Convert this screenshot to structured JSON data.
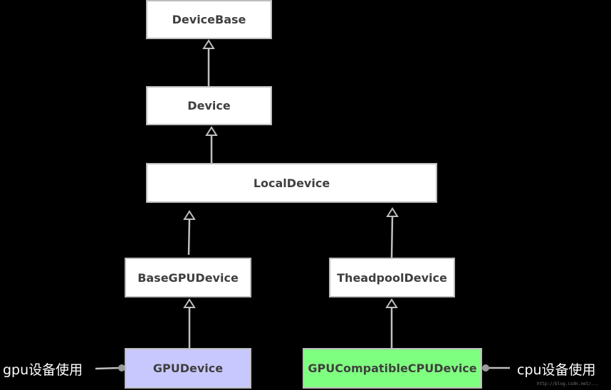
{
  "nodes": {
    "device_base": "DeviceBase",
    "device": "Device",
    "local_device": "LocalDevice",
    "base_gpu_device": "BaseGPUDevice",
    "threadpool_device": "TheadpoolDevice",
    "gpu_device": "GPUDevice",
    "gpu_compatible_cpu_device": "GPUCompatibleCPUDevice"
  },
  "annotations": {
    "gpu_usage": "gpu设备使用",
    "cpu_usage": "cpu设备使用"
  },
  "watermark": "http://blog.csdn.net/...",
  "colors": {
    "background": "#000000",
    "node_default": "#ffffff",
    "node_gpu": "#c8c8ff",
    "node_cpu": "#7fff7f",
    "edge": "#bfbfbf",
    "annotation_text": "#ffffff"
  }
}
